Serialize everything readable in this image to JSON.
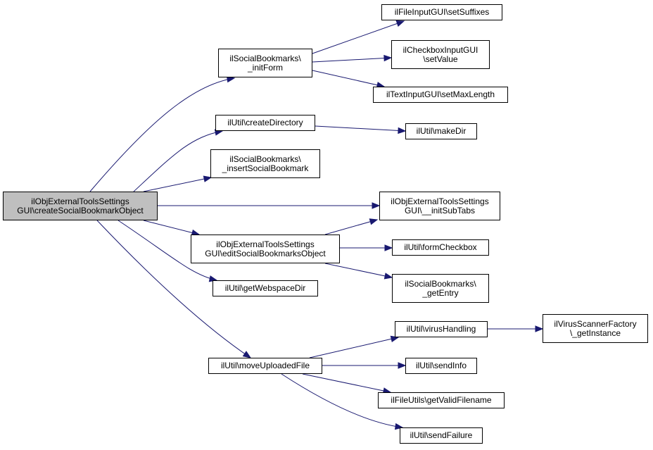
{
  "diagram": {
    "type": "call-graph",
    "colors": {
      "edge": "#191970",
      "node_border": "#000000",
      "root_fill": "#bfbfbf",
      "node_fill": "#ffffff"
    },
    "nodes": {
      "root": [
        "ilObjExternalToolsSettings",
        "GUI\\createSocialBookmarkObject"
      ],
      "init_form": [
        "ilSocialBookmarks\\",
        "_initForm"
      ],
      "create_directory": [
        "ilUtil\\createDirectory"
      ],
      "insert_social_bookmark": [
        "ilSocialBookmarks\\",
        "_insertSocialBookmark"
      ],
      "edit_social_bookmarks_object": [
        "ilObjExternalToolsSettings",
        "GUI\\editSocialBookmarksObject"
      ],
      "get_webspace_dir": [
        "ilUtil\\getWebspaceDir"
      ],
      "move_uploaded_file": [
        "ilUtil\\moveUploadedFile"
      ],
      "set_suffixes": [
        "ilFileInputGUI\\setSuffixes"
      ],
      "set_value": [
        "ilCheckboxInputGUI",
        "\\setValue"
      ],
      "set_max_length": [
        "ilTextInputGUI\\setMaxLength"
      ],
      "make_dir": [
        "ilUtil\\makeDir"
      ],
      "init_sub_tabs": [
        "ilObjExternalToolsSettings",
        "GUI\\__initSubTabs"
      ],
      "form_checkbox": [
        "ilUtil\\formCheckbox"
      ],
      "get_entry": [
        "ilSocialBookmarks\\",
        "_getEntry"
      ],
      "virus_handling": [
        "ilUtil\\virusHandling"
      ],
      "send_info": [
        "ilUtil\\sendInfo"
      ],
      "get_valid_filename": [
        "ilFileUtils\\getValidFilename"
      ],
      "send_failure": [
        "ilUtil\\sendFailure"
      ],
      "get_instance": [
        "ilVirusScannerFactory",
        "\\_getInstance"
      ]
    },
    "edges": [
      [
        "root",
        "init_form"
      ],
      [
        "root",
        "create_directory"
      ],
      [
        "root",
        "insert_social_bookmark"
      ],
      [
        "root",
        "init_sub_tabs"
      ],
      [
        "root",
        "edit_social_bookmarks_object"
      ],
      [
        "root",
        "get_webspace_dir"
      ],
      [
        "root",
        "move_uploaded_file"
      ],
      [
        "init_form",
        "set_suffixes"
      ],
      [
        "init_form",
        "set_value"
      ],
      [
        "init_form",
        "set_max_length"
      ],
      [
        "create_directory",
        "make_dir"
      ],
      [
        "edit_social_bookmarks_object",
        "init_sub_tabs"
      ],
      [
        "edit_social_bookmarks_object",
        "form_checkbox"
      ],
      [
        "edit_social_bookmarks_object",
        "get_entry"
      ],
      [
        "move_uploaded_file",
        "virus_handling"
      ],
      [
        "move_uploaded_file",
        "send_info"
      ],
      [
        "move_uploaded_file",
        "get_valid_filename"
      ],
      [
        "move_uploaded_file",
        "send_failure"
      ],
      [
        "virus_handling",
        "get_instance"
      ]
    ]
  }
}
